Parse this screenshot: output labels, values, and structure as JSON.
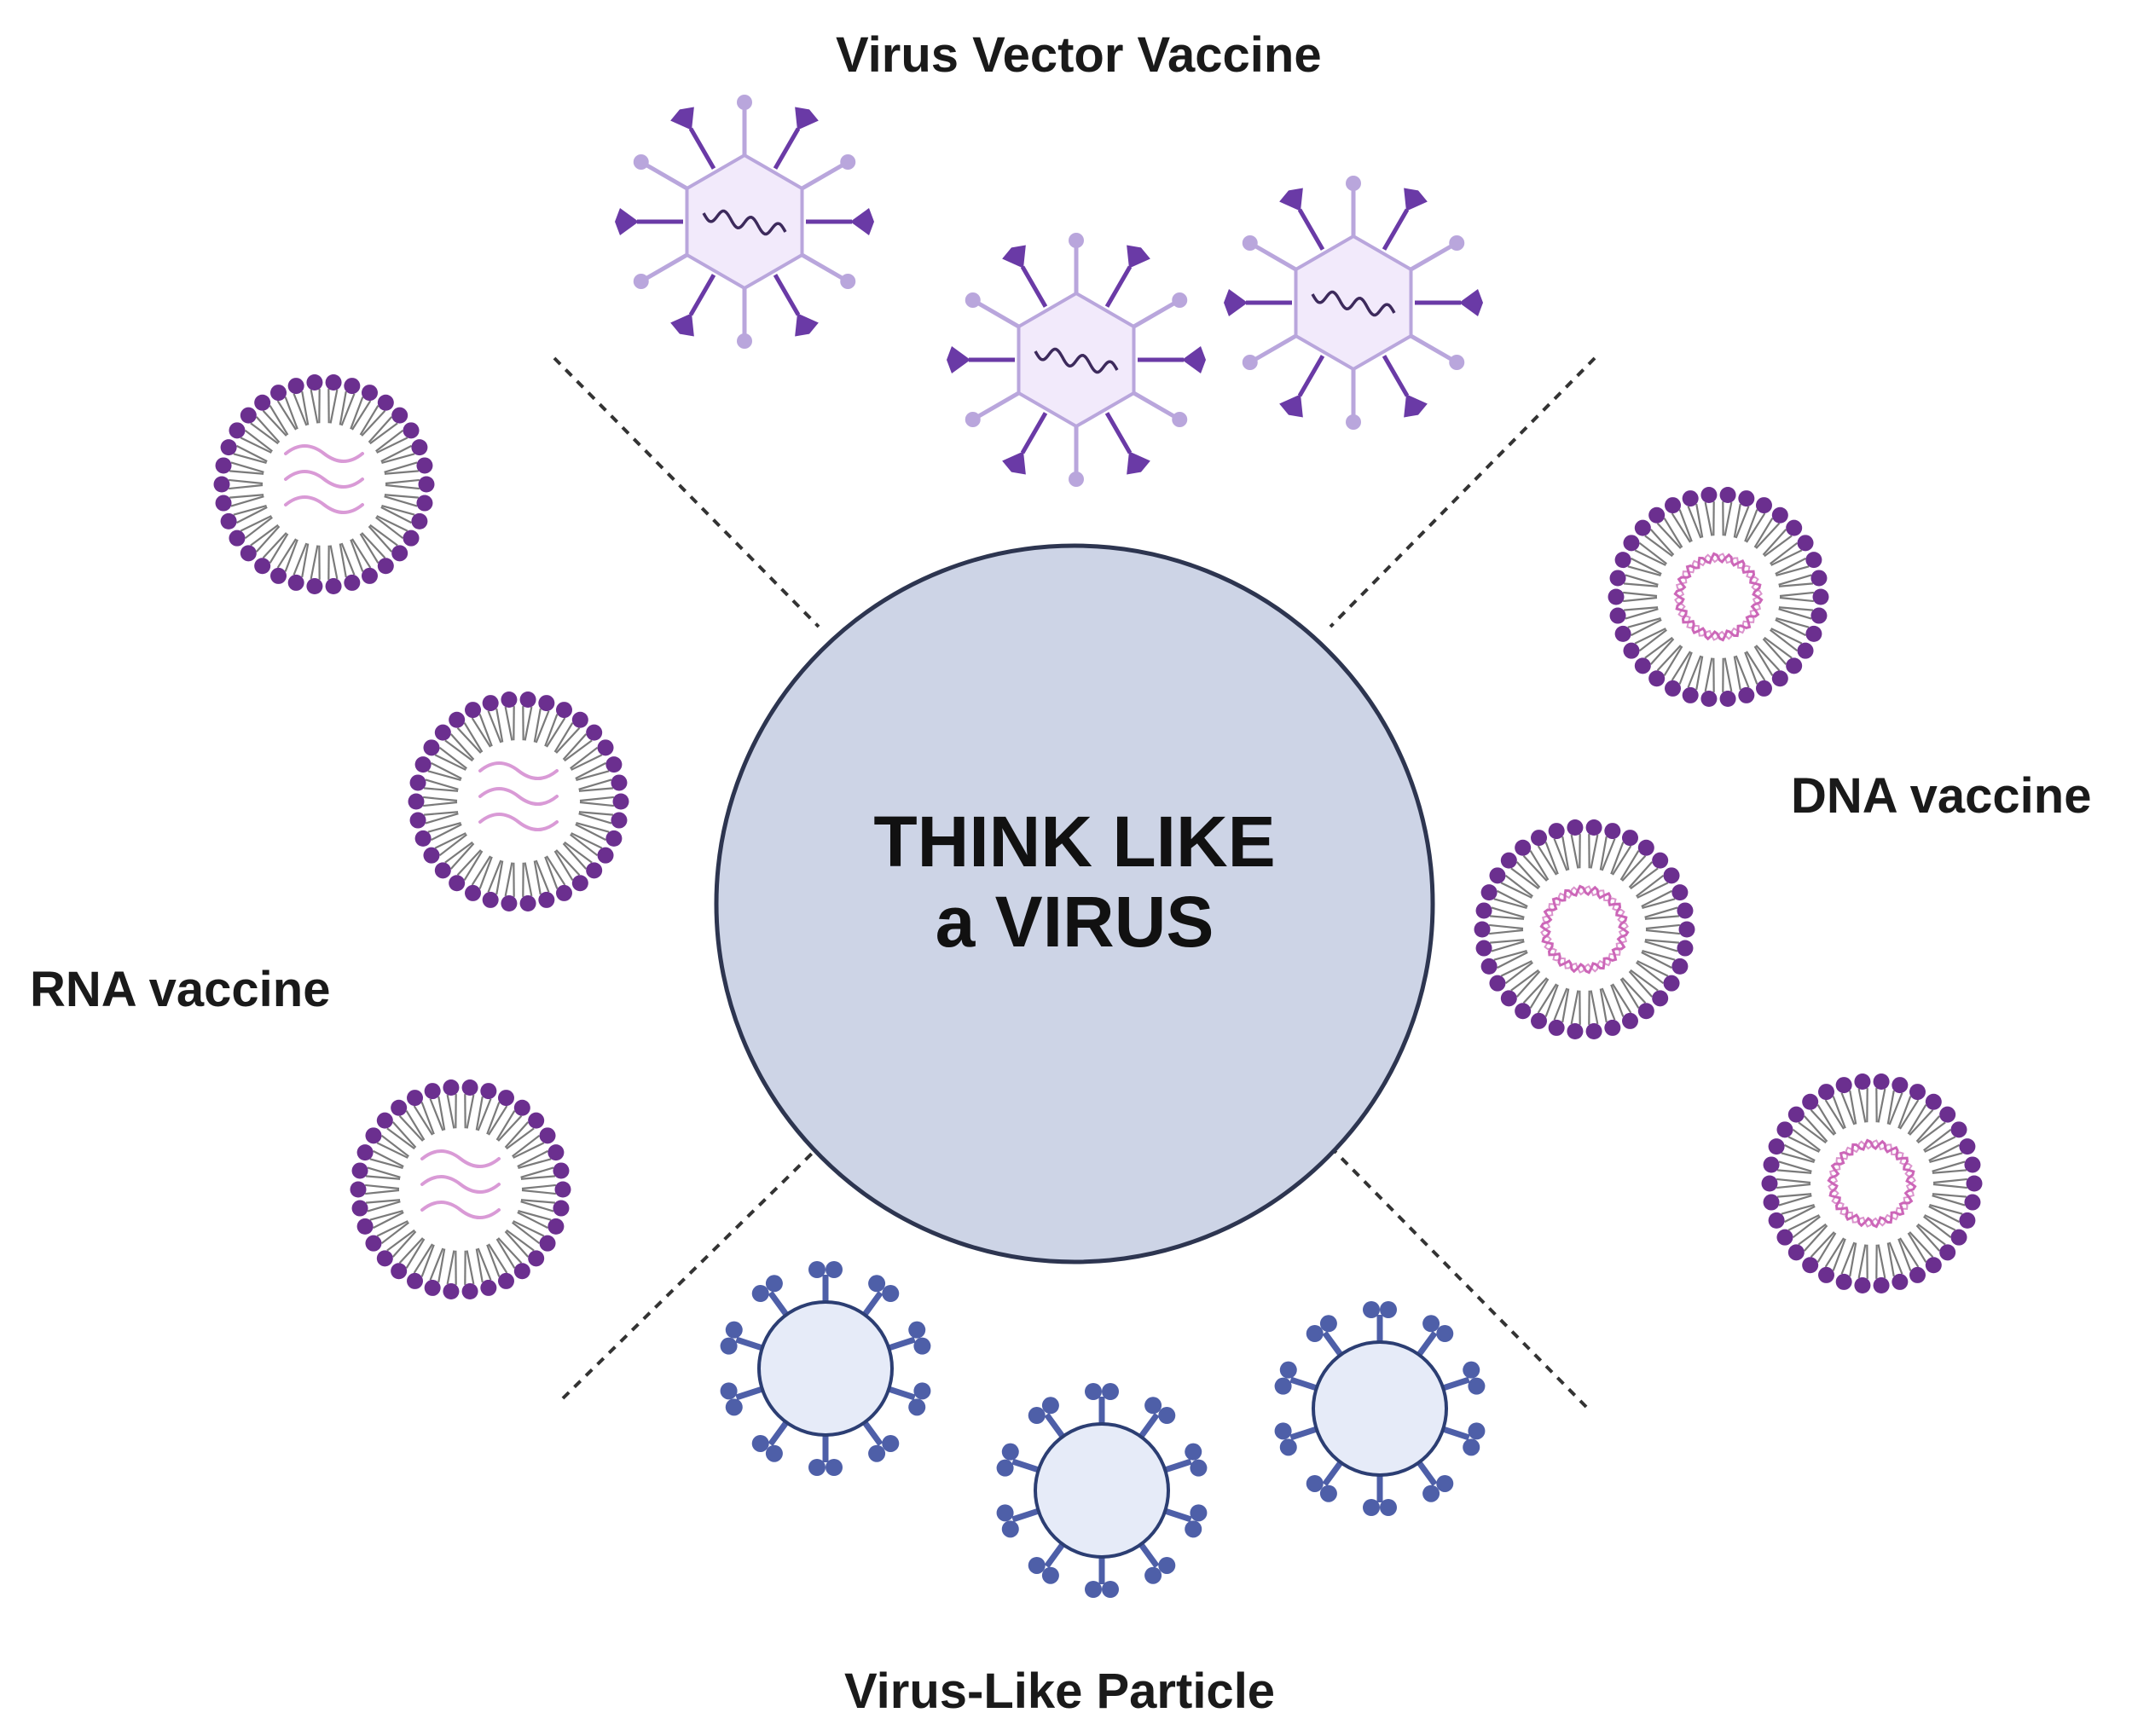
{
  "center": {
    "line1": "THINK LIKE",
    "line2": "a VIRUS"
  },
  "categories": {
    "virus_vector": "Virus Vector Vaccine",
    "dna": "DNA vaccine",
    "rna": "RNA vaccine",
    "vlp": "Virus-Like Particle"
  },
  "colors": {
    "hub_fill": "#cdd4e6",
    "hub_stroke": "#2d3550",
    "lipid_head": "#6b2f8f",
    "lipid_tail": "#7a7a7a",
    "rna_strand": "#d99ad6",
    "dna_plasmid": "#cc66b8",
    "vector_capsid_fill": "#f2eafb",
    "vector_capsid_stroke": "#b9a6dc",
    "vector_spike": "#6a3aa6",
    "vlp_fill": "#e6ebf8",
    "vlp_stroke": "#2c3e73",
    "vlp_spike": "#4e5fa8",
    "divider": "#333333"
  },
  "icons": {
    "virus_vector": "hexagonal-capsid-virus-icon",
    "dna": "liposome-with-plasmid-icon",
    "rna": "liposome-with-mrna-icon",
    "vlp": "spiked-particle-icon"
  }
}
